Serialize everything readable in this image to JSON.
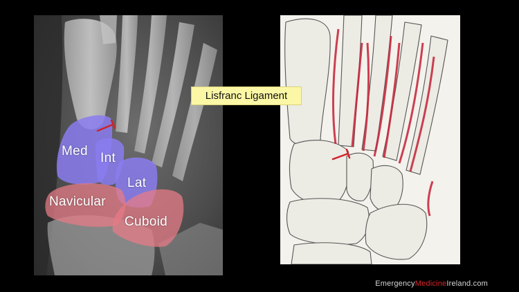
{
  "xray_labels": {
    "medial": "Med",
    "intermediate": "Int",
    "lateral": "Lat",
    "navicular": "Navicular",
    "cuboid": "Cuboid"
  },
  "callout": {
    "text": "Lisfranc Ligament"
  },
  "footer": {
    "part1": "Emergency",
    "part2": "Medicine",
    "part3": "Ireland.com"
  },
  "colors": {
    "cuneiform_overlay": "#8a7cf0",
    "navicular_cuboid_overlay": "#e57b86",
    "ligament_marker": "#d1202a",
    "callout_bg": "#fbf7a5",
    "brand_accent": "#d9262b"
  }
}
